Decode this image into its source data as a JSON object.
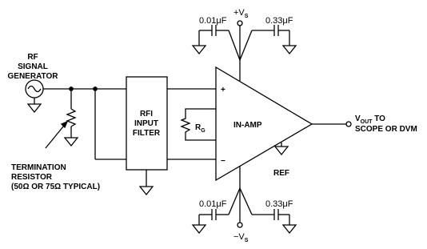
{
  "labels": {
    "generator": [
      "RF",
      "SIGNAL",
      "GENERATOR"
    ],
    "termination": [
      "TERMINATION",
      "RESISTOR",
      "(50Ω OR 75Ω TYPICAL)"
    ],
    "filter": [
      "RFI",
      "INPUT",
      "FILTER"
    ],
    "gain_resistor_main": "R",
    "gain_resistor_sub": "G",
    "amp": "IN-AMP",
    "plus_input": "+",
    "minus_input": "−",
    "ref": "REF",
    "output_main": "V",
    "output_sub": "OUT",
    "output_tail": " TO",
    "output_line2": "SCOPE OR DVM",
    "pos_supply_main": "+V",
    "pos_supply_sub": "S",
    "neg_supply_main": "−V",
    "neg_supply_sub": "S",
    "cap_small_top": "0.01μF",
    "cap_large_top": "0.33μF",
    "cap_small_bottom": "0.01μF",
    "cap_large_bottom": "0.33μF"
  }
}
